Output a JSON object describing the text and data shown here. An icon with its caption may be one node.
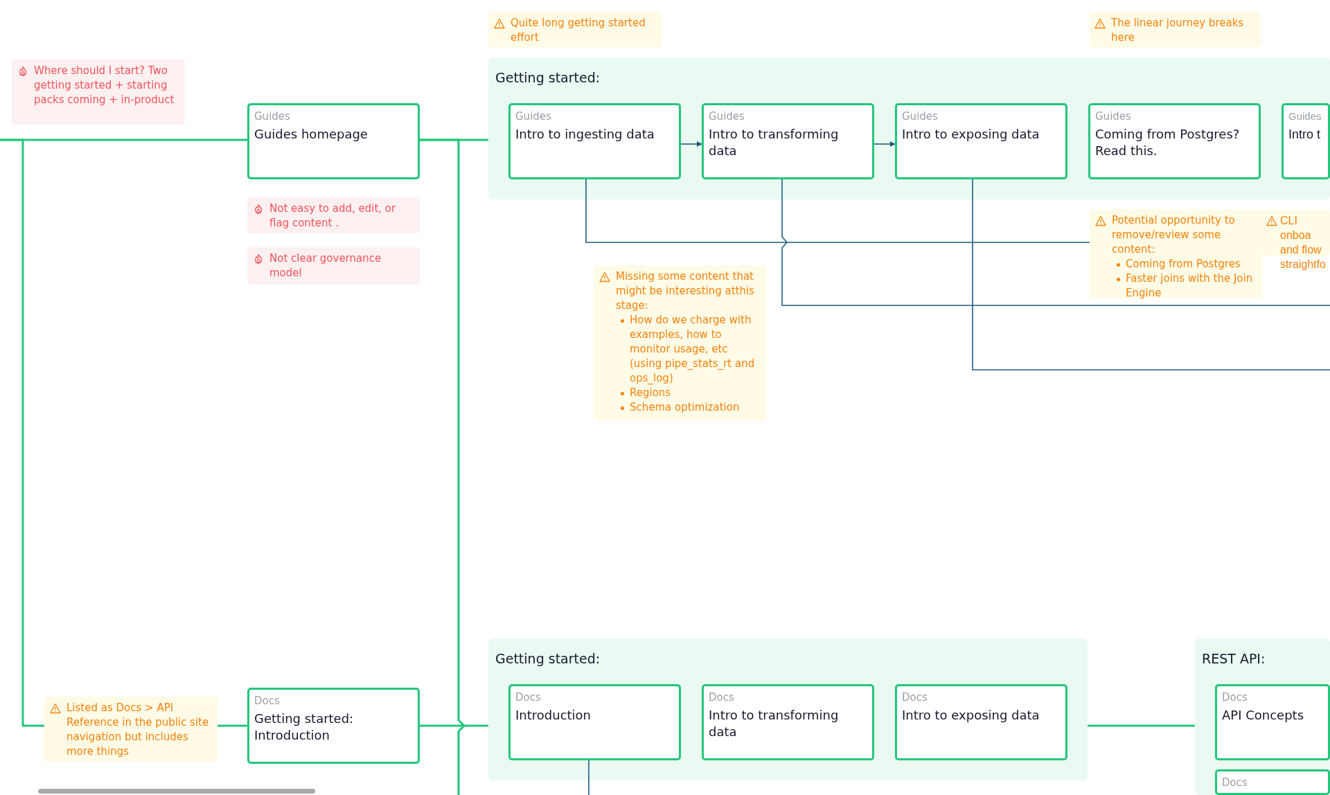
{
  "diagram": {
    "nodes": [
      {
        "text": [
          "Quite long getting started effort"
        ]
      },
      {
        "text": [
          "The linear journey breaks here"
        ]
      },
      {
        "text": [
          "Where should I start? Two getting started + starting packs coming + in-product"
        ]
      },
      {
        "text": [
          "Getting started:"
        ]
      },
      {
        "text": [
          "Guides",
          "Intro to ingesting data"
        ],
        "in": 3
      },
      {
        "text": [
          "Guides",
          "Intro to transforming data"
        ],
        "in": 3
      },
      {
        "text": [
          "Guides",
          "Intro to exposing data"
        ],
        "in": 3
      },
      {
        "text": [
          "Guides",
          "Coming from Postgres? Read this."
        ],
        "in": 3
      },
      {
        "text": [
          "Guides",
          "Intro t"
        ],
        "in": 3
      },
      {
        "text": [
          "Guides",
          "Guides homepage"
        ]
      },
      {
        "text": [
          "Not easy to add, edit, or flag content ."
        ]
      },
      {
        "text": [
          "Not clear governance model"
        ]
      },
      {
        "text": [
          "Potential opportunity to remove/review some content:",
          "Coming from Postgres",
          "Faster joins with the Join Engine"
        ]
      },
      {
        "text": [
          "CLI onboa and flow straightfo"
        ]
      },
      {
        "text": [
          "Missing some content that might be interesting atthis stage:",
          "How do we charge with examples, how to monitor usage, etc (using pipe_stats_rt and ops_log)",
          "Regions",
          "Schema optimization"
        ]
      },
      {
        "text": [
          "Getting started:"
        ]
      },
      {
        "text": [
          "Docs",
          "Introduction"
        ],
        "in": 15
      },
      {
        "text": [
          "Docs",
          "Intro to transforming data"
        ],
        "in": 15
      },
      {
        "text": [
          "Docs",
          "Intro to exposing data"
        ],
        "in": 15
      },
      {
        "text": [
          "REST API:"
        ]
      },
      {
        "text": [
          "Docs",
          "API Concepts"
        ],
        "in": 19
      },
      {
        "text": [
          "Docs"
        ],
        "in": 19
      },
      {
        "text": [
          "Listed as Docs > API Reference in the public site navigation but includes more things"
        ]
      },
      {
        "text": [
          "Docs",
          "Getting started: Introduction"
        ]
      }
    ],
    "edges": [
      {
        "from": null,
        "to": 9,
        "arrow": "none"
      },
      {
        "from": null,
        "to": 23,
        "arrow": "none"
      },
      {
        "from": 9,
        "to": 3,
        "arrow": "none"
      },
      {
        "from": 9,
        "to": null,
        "arrow": "none"
      },
      {
        "from": 23,
        "to": 15,
        "arrow": "none"
      },
      {
        "from": 15,
        "to": 19,
        "arrow": "none"
      },
      {
        "from": 4,
        "to": 5,
        "arrow": "to",
        "color": "#1d5b7e"
      },
      {
        "from": 5,
        "to": 6,
        "arrow": "to",
        "color": "#1d5b7e"
      },
      {
        "from": 4,
        "to": 12,
        "arrow": "none",
        "color": "#1d5b7e"
      },
      {
        "from": 5,
        "to": null,
        "arrow": "none",
        "color": "#1d5b7e"
      },
      {
        "from": 6,
        "to": null,
        "arrow": "none",
        "color": "#1d5b7e"
      },
      {
        "from": 16,
        "to": null,
        "arrow": "none",
        "color": "#1d5b7e"
      }
    ]
  }
}
